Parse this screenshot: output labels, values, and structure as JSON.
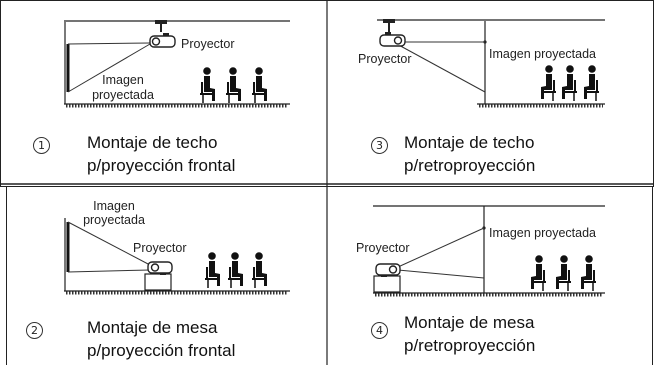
{
  "panels": [
    {
      "number": "1",
      "caption_line1": "Montaje de techo",
      "caption_line2": "p/proyección frontal",
      "projector_label": "Proyector",
      "image_label_line1": "Imagen",
      "image_label_line2": "proyectada"
    },
    {
      "number": "3",
      "caption_line1": "Montaje de techo",
      "caption_line2": "p/retroproyección",
      "projector_label": "Proyector",
      "image_label": "Imagen proyectada"
    },
    {
      "number": "2",
      "caption_line1": "Montaje de mesa",
      "caption_line2": "p/proyección frontal",
      "projector_label": "Proyector",
      "image_label_line1": "Imagen",
      "image_label_line2": "proyectada"
    },
    {
      "number": "4",
      "caption_line1": "Montaje de mesa",
      "caption_line2": "p/retroproyección",
      "projector_label": "Proyector",
      "image_label": "Imagen proyectada"
    }
  ]
}
